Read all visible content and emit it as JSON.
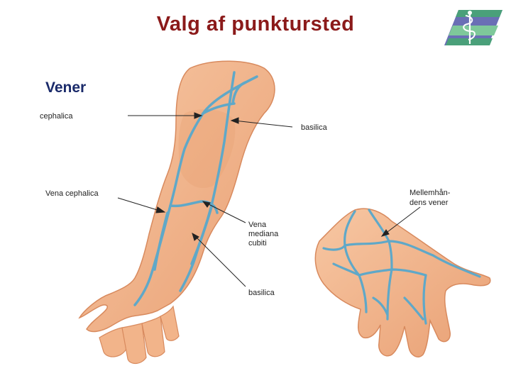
{
  "slide": {
    "title": "Valg af punktursted"
  },
  "figure": {
    "heading": "Vener",
    "labels": {
      "cephalica_upper": "cephalica",
      "basilica_upper": "basilica",
      "vena_cephalica": "Vena cephalica",
      "vena_mediana_1": "Vena",
      "vena_mediana_2": "mediana",
      "vena_mediana_3": "cubiti",
      "basilica_lower": "basilica",
      "mellemhand_1": "Mellemhån-",
      "mellemhand_2": "dens vener"
    }
  },
  "logo": {
    "icon": "caduceus-logo-icon",
    "colors": [
      "#7ec89a",
      "#5b5ea8",
      "#3e9e6e"
    ]
  },
  "colors": {
    "title": "#8b1a1a",
    "skin": "#f2b48a",
    "skin_shade": "#de8f62",
    "vein": "#5fa8c8",
    "vein_dark": "#3f7fa3"
  }
}
